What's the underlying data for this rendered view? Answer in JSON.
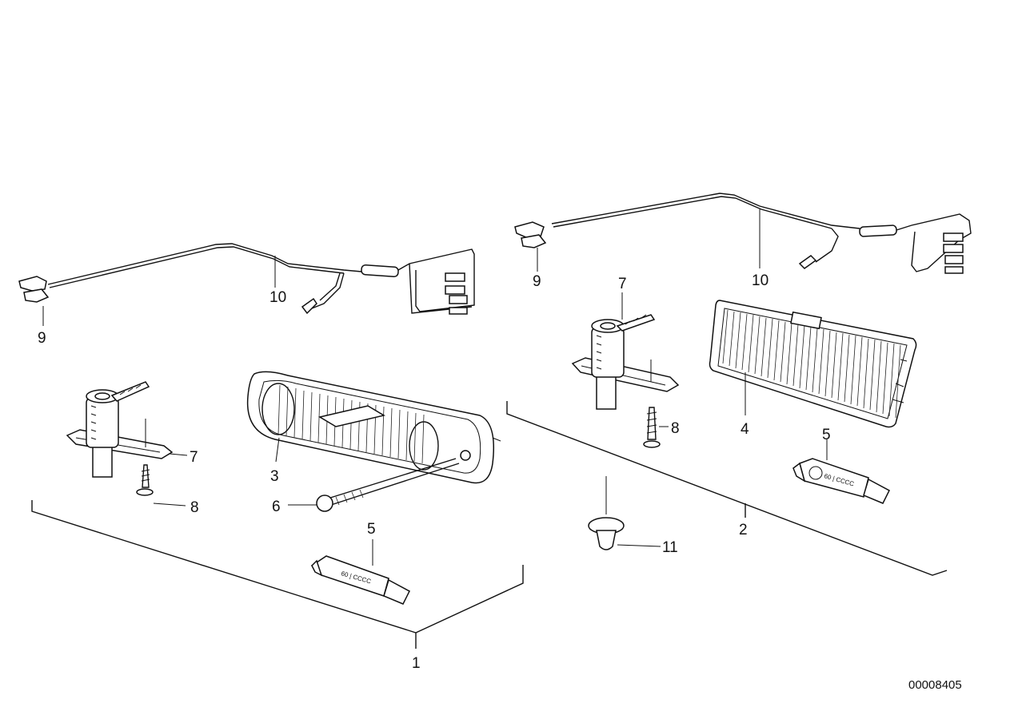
{
  "callouts": {
    "c1": "1",
    "c2": "2",
    "c3": "3",
    "c4": "4",
    "c5a": "5",
    "c5b": "5",
    "c6": "6",
    "c7a": "7",
    "c7b": "7",
    "c8a": "8",
    "c8b": "8",
    "c9a": "9",
    "c9b": "9",
    "c10a": "10",
    "c10b": "10",
    "c11": "11"
  },
  "diagram_code": "00008405",
  "bulb_marking": "60 | CCCC"
}
